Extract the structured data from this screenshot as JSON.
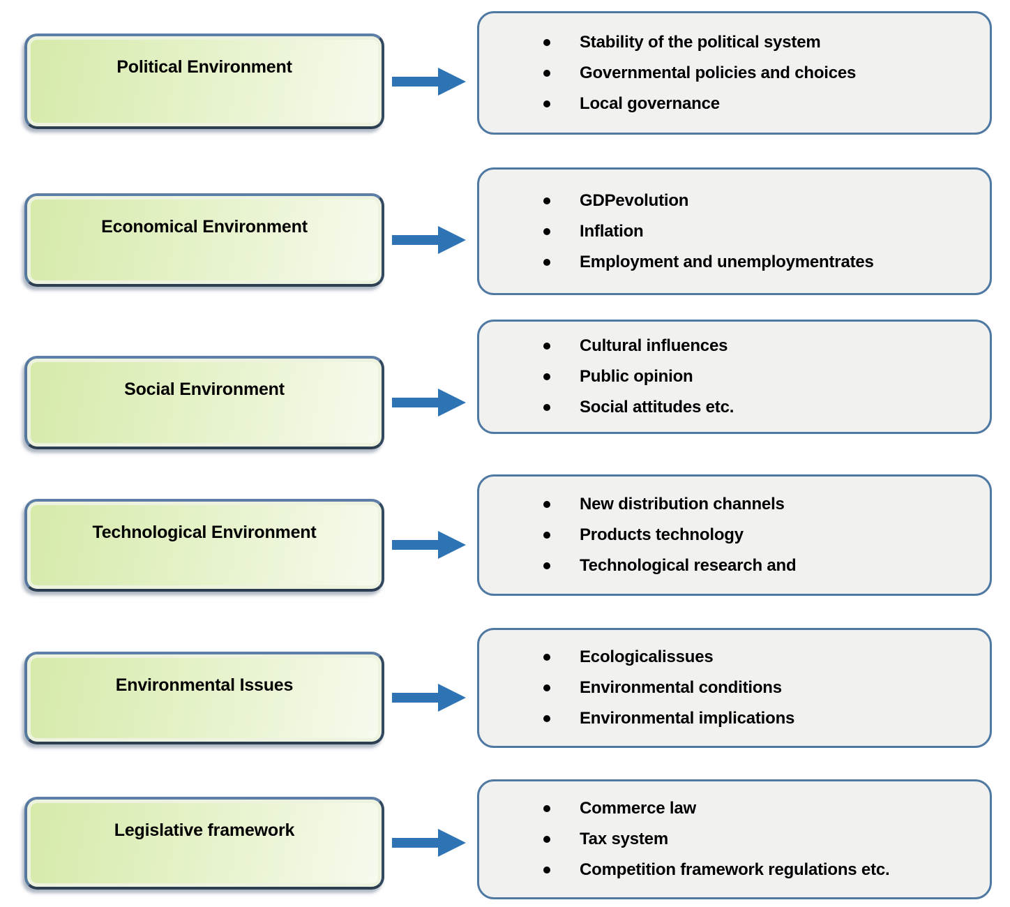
{
  "colors": {
    "arrow-blue": "#2E74B5",
    "green-border": "#4a6a92",
    "green-fill-start": "#d6eaa9",
    "green-fill-end": "#f7fbef",
    "grey-border": "#4f79a3",
    "grey-fill": "#f1f1f0"
  },
  "rows": [
    {
      "label": "Political Environment",
      "bullets": [
        "Stability of the political system",
        "Governmental policies and choices",
        "Local governance"
      ]
    },
    {
      "label": "Economical  Environment",
      "bullets": [
        "GDPevolution",
        "Inflation",
        "Employment and unemploymentrates"
      ]
    },
    {
      "label": "Social Environment",
      "bullets": [
        "Cultural influences",
        "Public opinion",
        "Social attitudes etc."
      ]
    },
    {
      "label": "Technological  Environment",
      "bullets": [
        "New distribution channels",
        "Products technology",
        "Technological research and"
      ]
    },
    {
      "label": "Environmental  Issues",
      "bullets": [
        "Ecologicalissues",
        "Environmental conditions",
        "Environmental implications"
      ]
    },
    {
      "label": "Legislative framework",
      "bullets": [
        "Commerce law",
        "Tax system",
        "Competition framework regulations etc."
      ]
    }
  ]
}
